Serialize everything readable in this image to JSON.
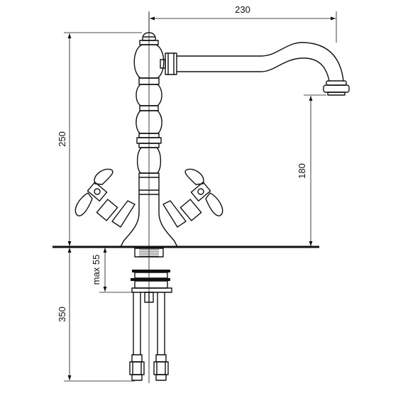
{
  "dimensions": {
    "spout_reach": "230",
    "total_height": "250",
    "spout_height": "180",
    "under_counter": "350",
    "max_thickness": "max 55"
  },
  "colors": {
    "line": "#111111",
    "background": "#ffffff"
  }
}
